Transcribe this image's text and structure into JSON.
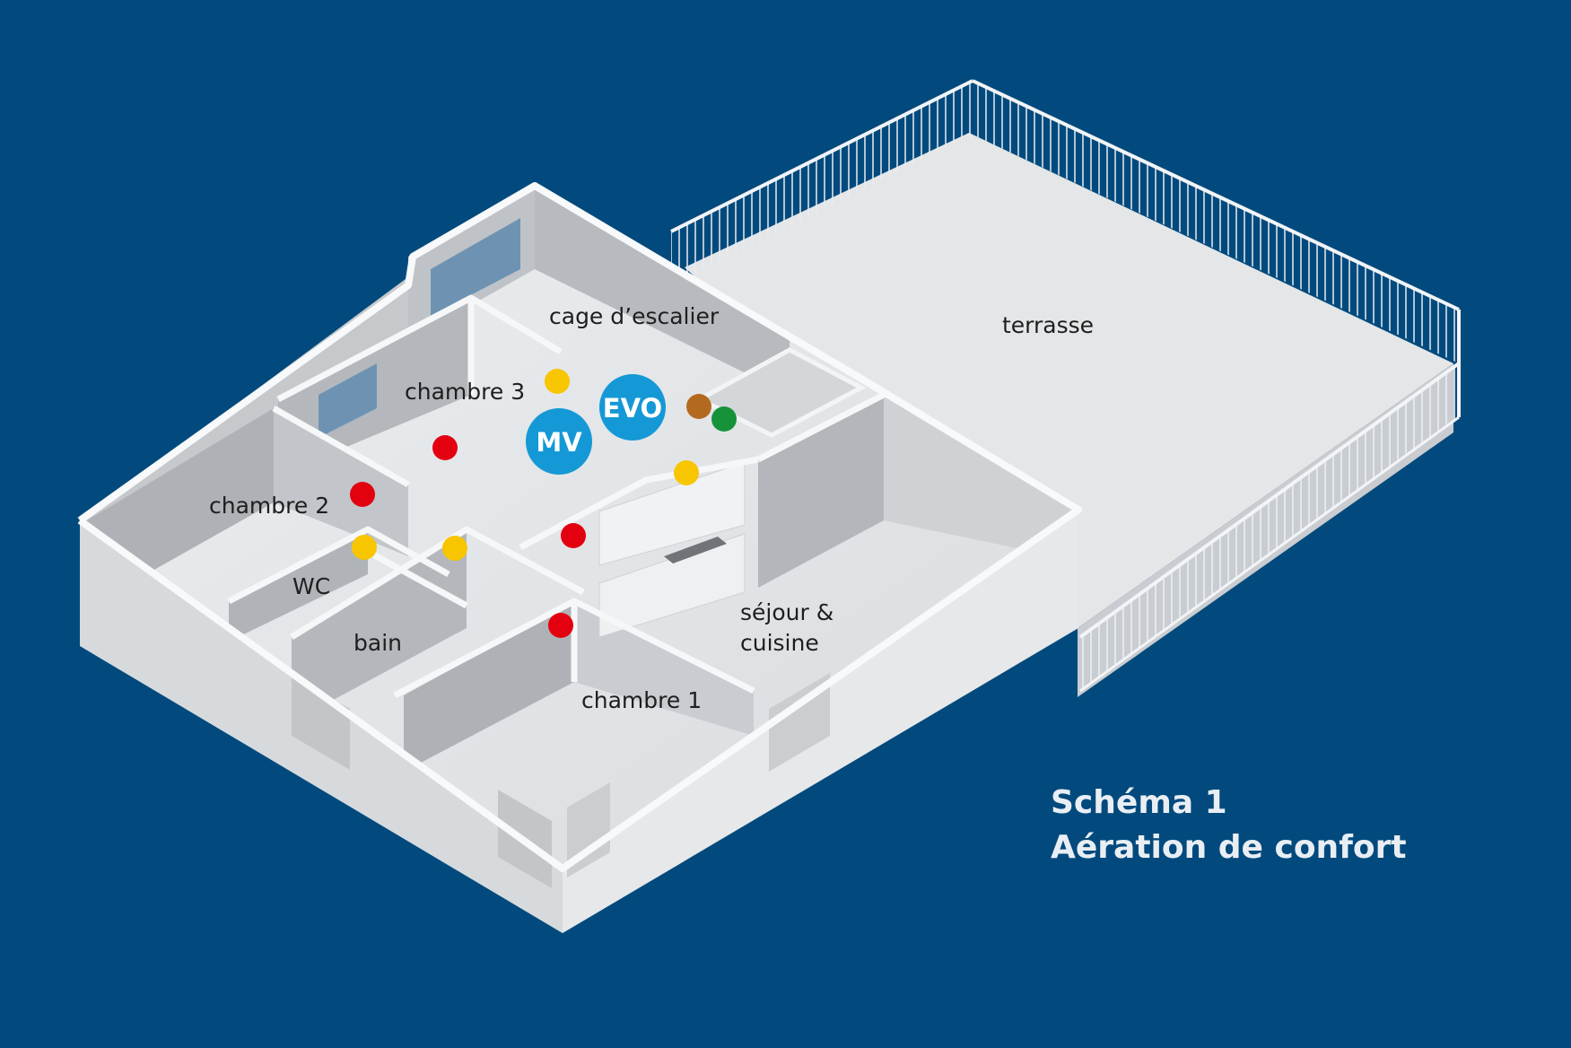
{
  "rooms": {
    "cage_escalier": "cage d’escalier",
    "terrasse": "terrasse",
    "chambre_3": "chambre 3",
    "chambre_2": "chambre 2",
    "wc": "WC",
    "bain": "bain",
    "sejour": "séjour &",
    "cuisine": "cuisine",
    "chambre_1": "chambre 1"
  },
  "devices": {
    "mv": "MV",
    "evo": "EVO"
  },
  "caption": {
    "line1": "Schéma 1",
    "line2": "Aération de confort"
  },
  "colors": {
    "background": "#024a7d",
    "device_badge": "#1499d6",
    "supply_air_dot": "#f7c600",
    "extract_air_dot": "#e3000f",
    "outdoor_air_dot": "#b36a1f",
    "exhaust_air_dot": "#169339"
  }
}
